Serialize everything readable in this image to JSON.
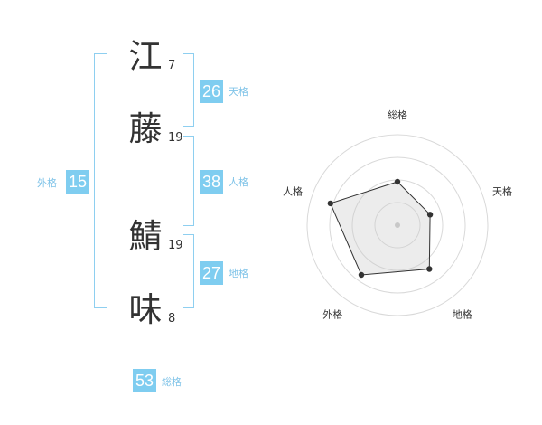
{
  "name_chars": [
    {
      "char": "江",
      "strokes": "7"
    },
    {
      "char": "藤",
      "strokes": "19"
    },
    {
      "char": "鯖",
      "strokes": "19"
    },
    {
      "char": "味",
      "strokes": "8"
    }
  ],
  "kaku": {
    "tenkaku": {
      "value": "26",
      "label": "天格"
    },
    "jinkaku": {
      "value": "38",
      "label": "人格"
    },
    "chikaku": {
      "value": "27",
      "label": "地格"
    },
    "gaikaku": {
      "value": "15",
      "label": "外格"
    },
    "soukaku": {
      "value": "53",
      "label": "総格"
    }
  },
  "colors": {
    "accent": "#7fcdf0",
    "bracket": "#8ecff0",
    "label": "#7fc3e8",
    "text": "#333333"
  },
  "chart_data": {
    "type": "radar",
    "axes": [
      "総格",
      "天格",
      "地格",
      "外格",
      "人格"
    ],
    "values": [
      0.48,
      0.38,
      0.6,
      0.68,
      0.78
    ],
    "rmax": 1,
    "grid_rings": 4
  }
}
